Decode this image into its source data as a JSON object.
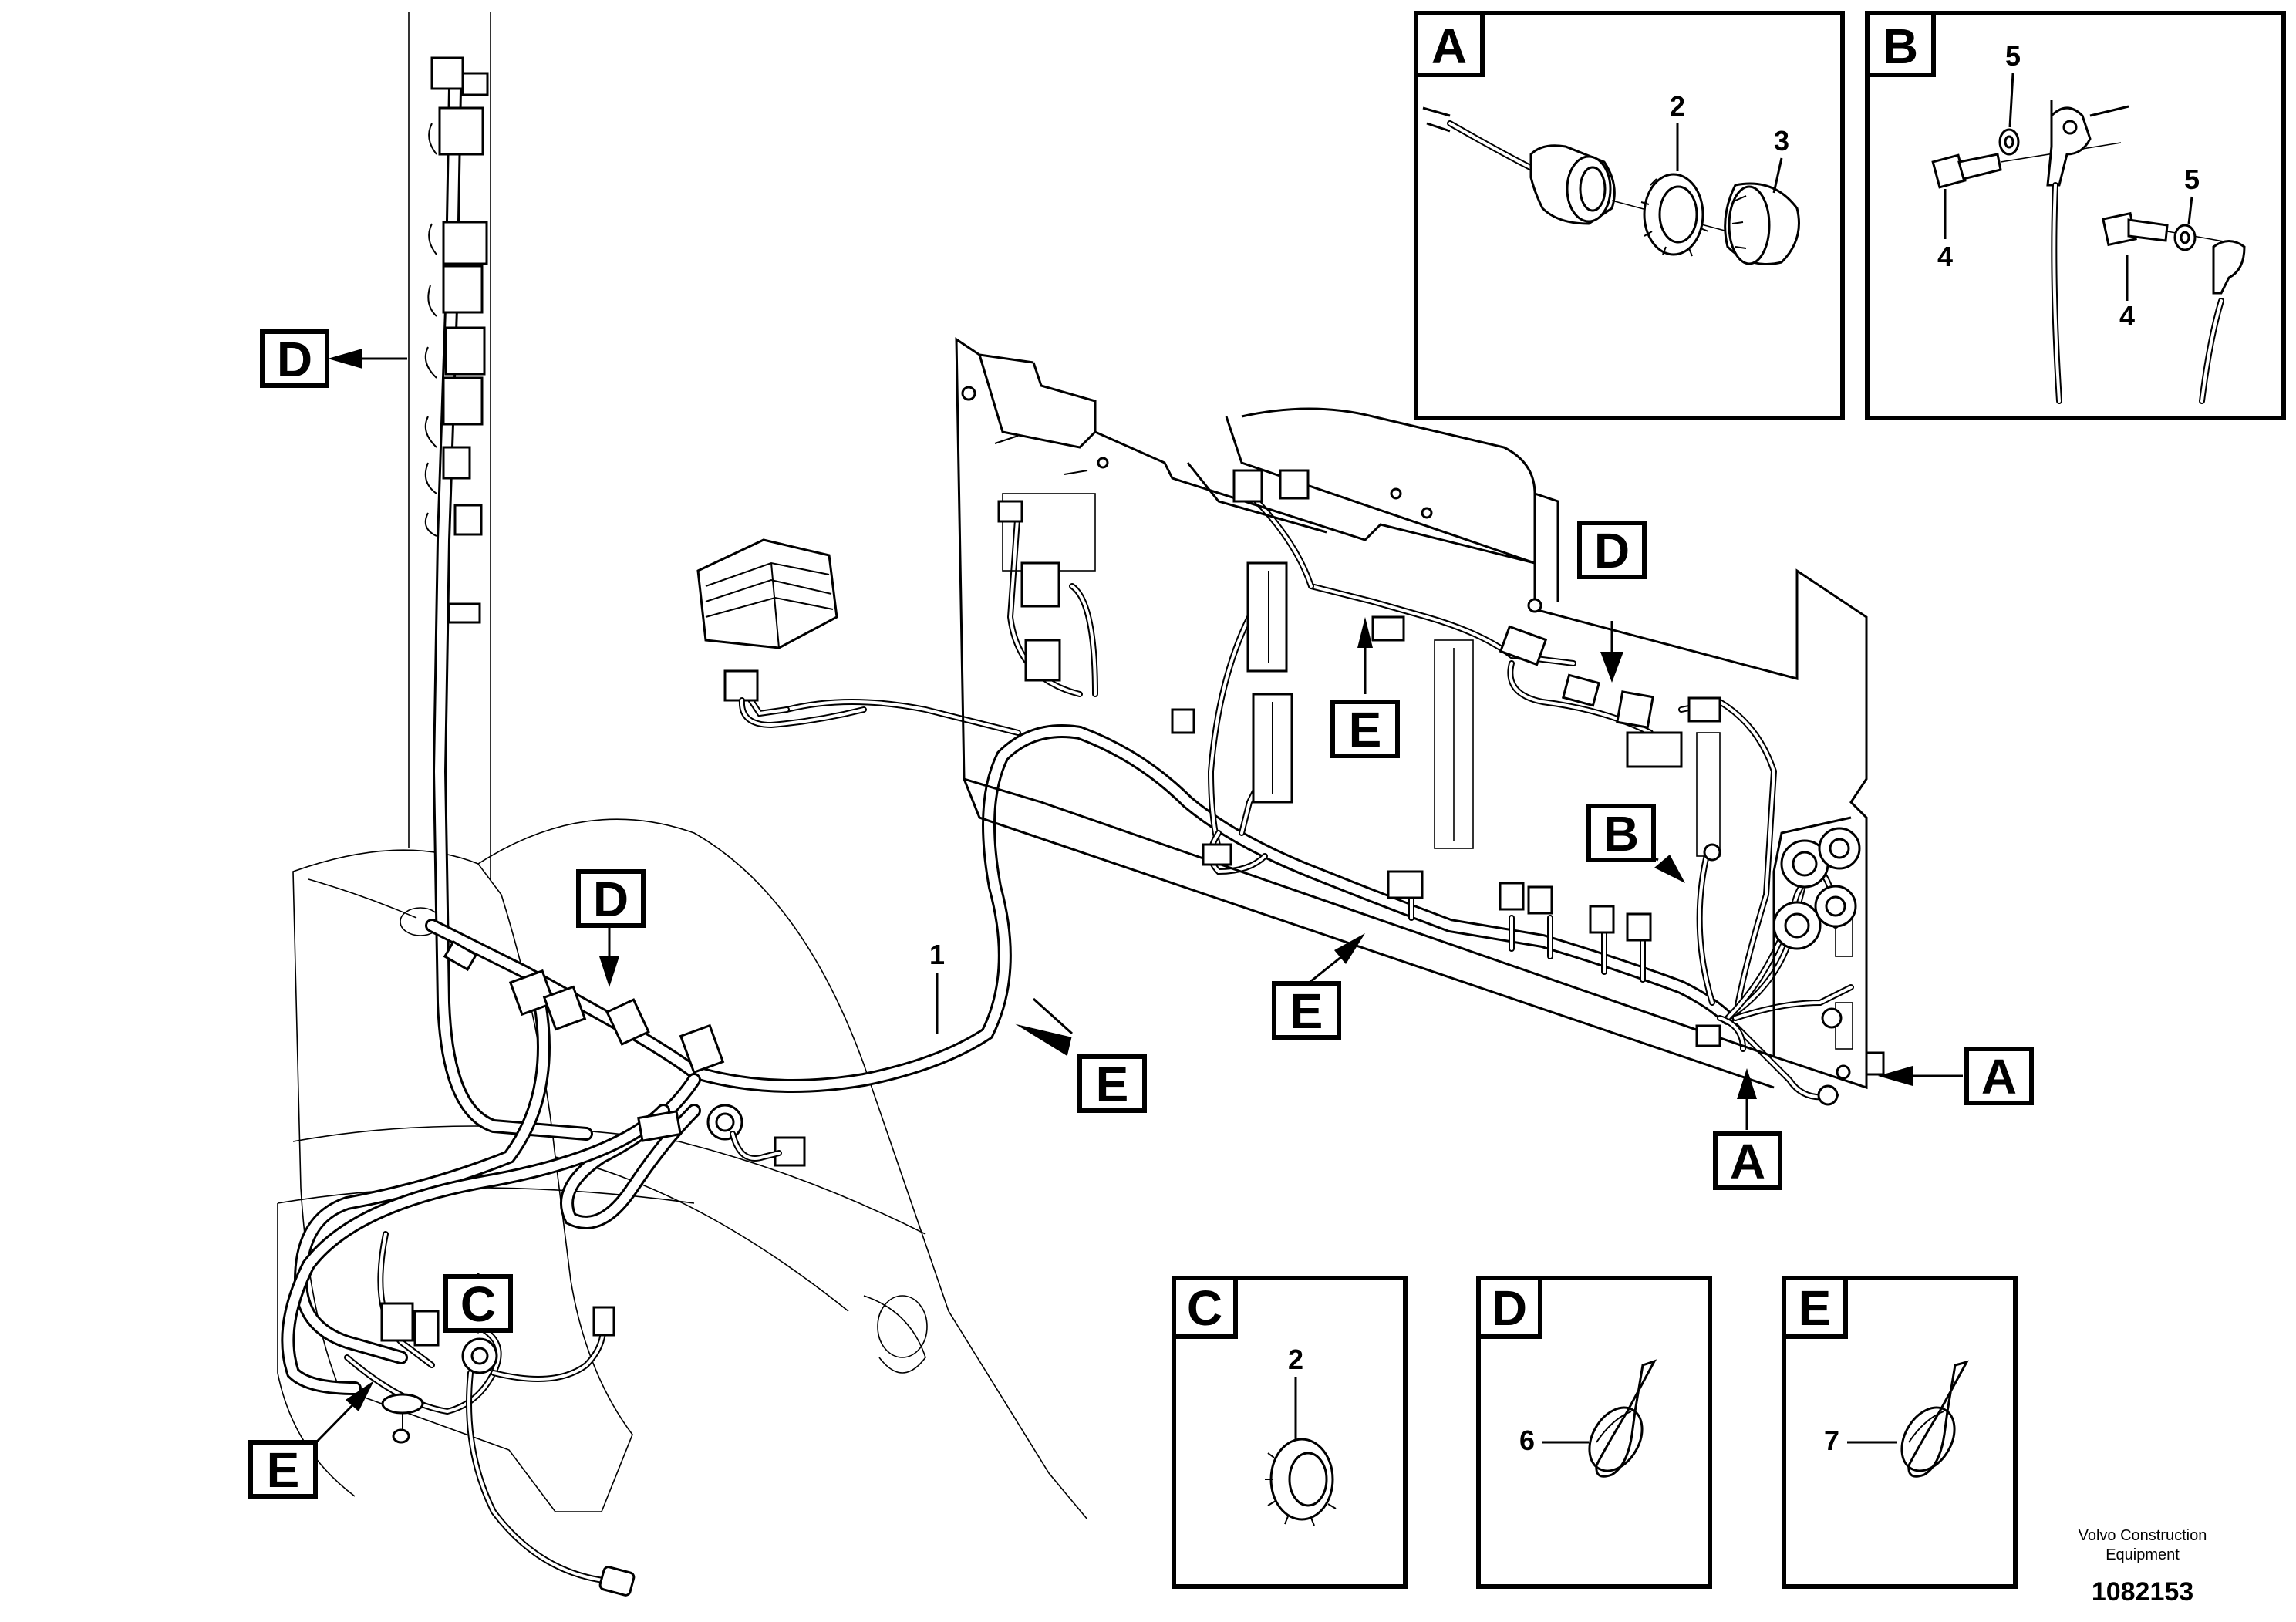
{
  "callouts": {
    "letter_a": "A",
    "letter_b": "B",
    "letter_c": "C",
    "letter_d": "D",
    "letter_e": "E"
  },
  "part_numbers": {
    "harness": "1",
    "nut": "2",
    "cap": "3",
    "screw": "4",
    "washer": "5",
    "tie_d": "6",
    "tie_e": "7"
  },
  "footer": {
    "company_line1": "Volvo Construction",
    "company_line2": "Equipment",
    "drawing_number": "1082153"
  }
}
